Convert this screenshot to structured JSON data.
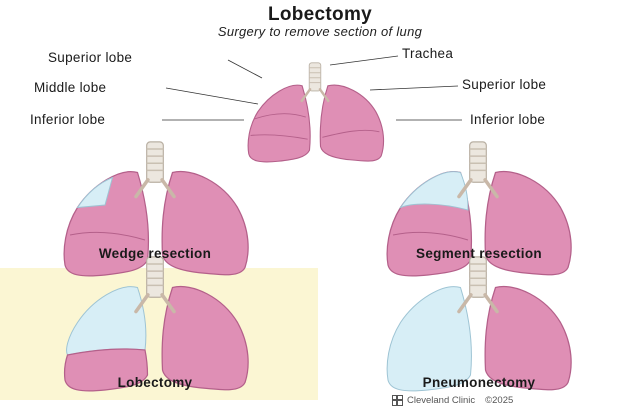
{
  "header": {
    "title": "Lobectomy",
    "subtitle": "Surgery to remove section of lung"
  },
  "labels": {
    "left_superior": "Superior lobe",
    "left_middle": "Middle lobe",
    "left_inferior": "Inferior lobe",
    "trachea": "Trachea",
    "right_superior": "Superior lobe",
    "right_inferior": "Inferior lobe"
  },
  "procedures": [
    {
      "caption": "Wedge resection",
      "highlighted": false
    },
    {
      "caption": "Segment resection",
      "highlighted": false
    },
    {
      "caption": "Lobectomy",
      "highlighted": true
    },
    {
      "caption": "Pneumonectomy",
      "highlighted": false
    }
  ],
  "footer": {
    "brand": "Cleveland Clinic",
    "copyright": "©2025"
  },
  "colors": {
    "lung": "#df8fb5",
    "lung_stroke": "#b4608a",
    "removed": "#d7eef6",
    "trachea": "#ece7df",
    "highlight_panel": "#fbf6d3"
  }
}
